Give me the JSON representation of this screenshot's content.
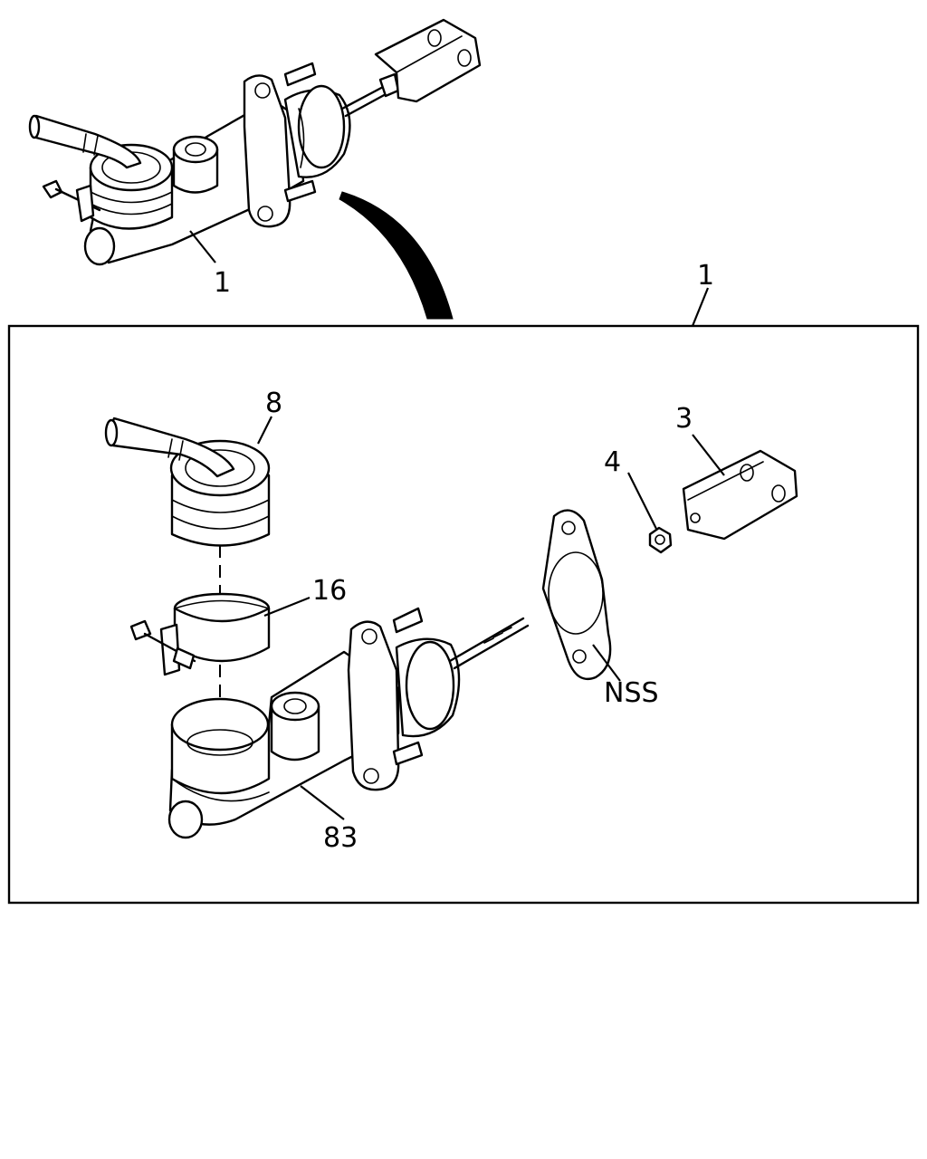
{
  "callouts": {
    "assembly_top": "1",
    "assembly_box": "1",
    "reservoir": "8",
    "clevis": "3",
    "nut": "4",
    "band_clamp": "16",
    "gasket": "NSS",
    "cylinder_body": "83"
  }
}
